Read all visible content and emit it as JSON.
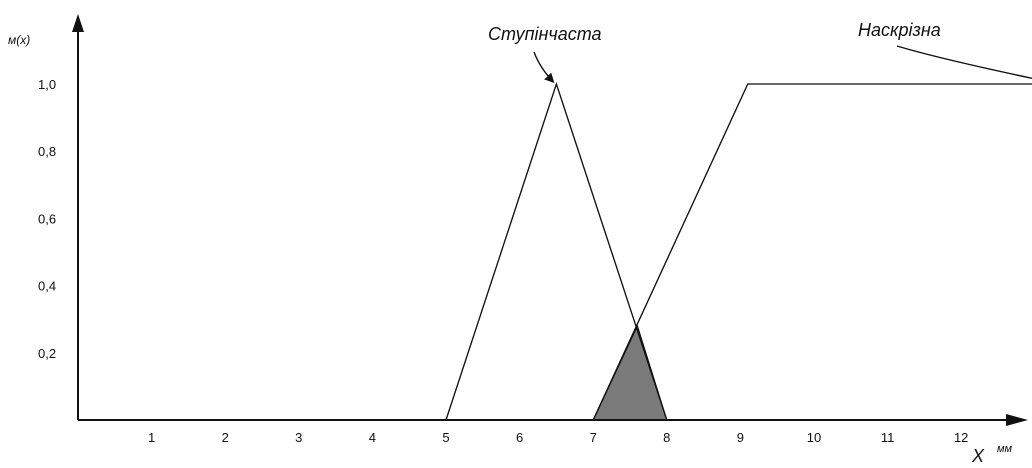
{
  "chart_data": {
    "type": "line",
    "xlabel": "X",
    "xunit": "мм",
    "ylabel": "м(x)",
    "xlim": [
      0,
      13.4
    ],
    "ylim": [
      0,
      1.05
    ],
    "x_ticks": [
      1,
      2,
      3,
      4,
      5,
      6,
      7,
      8,
      9,
      10,
      11,
      12
    ],
    "x_tick_labels": [
      "1",
      "2",
      "3",
      "4",
      "5",
      "6",
      "7",
      "8",
      "9",
      "10",
      "11",
      "12"
    ],
    "y_ticks": [
      0.2,
      0.4,
      0.6,
      0.8,
      1.0
    ],
    "y_tick_labels": [
      "0,2",
      "0,4",
      "0,6",
      "0,8",
      "1,0"
    ],
    "series": [
      {
        "name": "Ступінчаста",
        "x": [
          5,
          6.5,
          8
        ],
        "y": [
          0,
          1.0,
          0
        ]
      },
      {
        "name": "Наскрізна",
        "x": [
          7,
          9.1,
          13.4
        ],
        "y": [
          0,
          1.0,
          1.0
        ]
      }
    ],
    "intersection_region": {
      "x": [
        7,
        7.6,
        8
      ],
      "y": [
        0,
        0.28,
        0
      ]
    },
    "annotations": [
      {
        "text": "Ступінчаста",
        "points_to": {
          "x": 6.5,
          "y": 1.0
        }
      },
      {
        "text": "Наскрізна",
        "points_to": {
          "x": 13.2,
          "y": 1.0
        }
      }
    ],
    "colors": {
      "line": "#111111",
      "fill": "#7a7a7a"
    },
    "grid": false
  }
}
